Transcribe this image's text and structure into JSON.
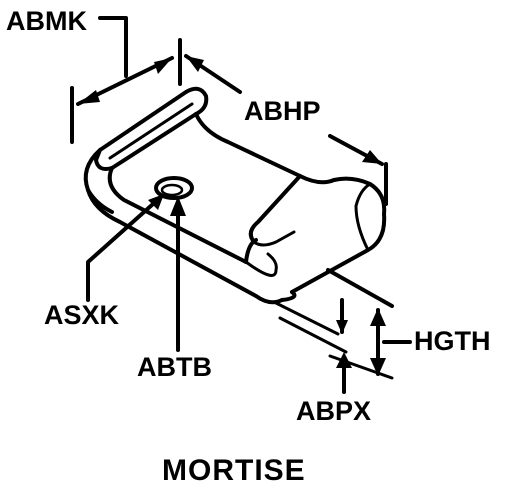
{
  "diagram": {
    "title": "MORTISE",
    "labels": {
      "abmk": "ABMK",
      "abhp": "ABHP",
      "asxk": "ASXK",
      "abtb": "ABTB",
      "hgth": "HGTH",
      "abpx": "ABPX"
    },
    "colors": {
      "ink": "#000000",
      "background": "#ffffff"
    }
  }
}
